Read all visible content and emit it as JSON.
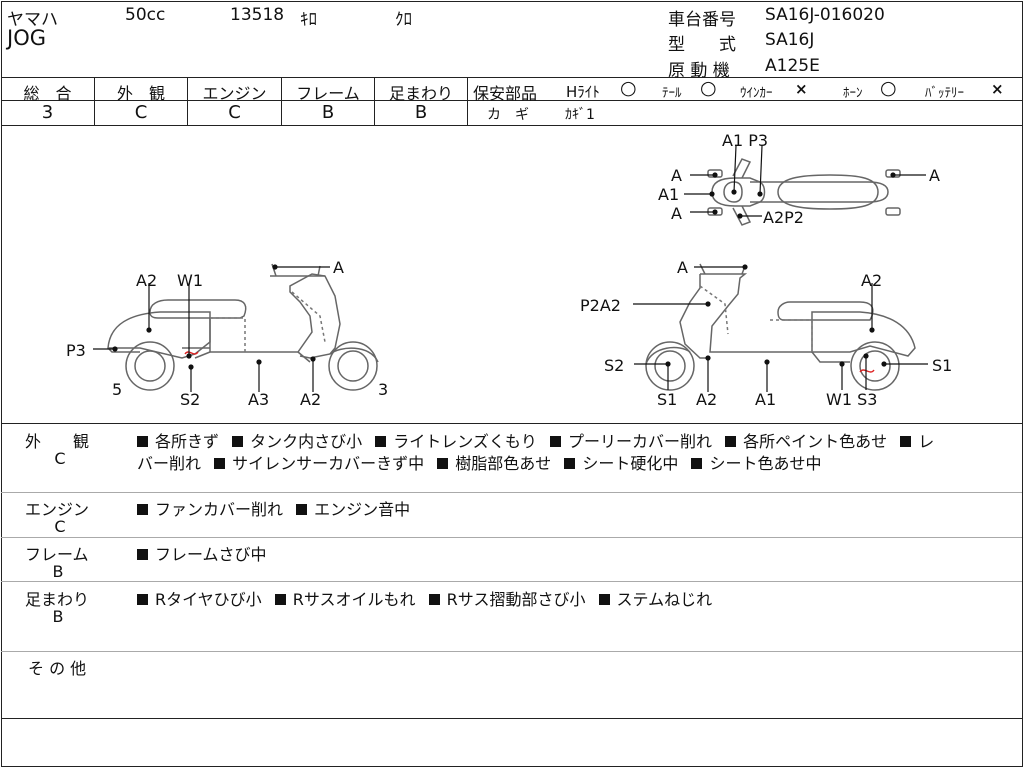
{
  "header": {
    "maker": "ヤマハ",
    "displacement": "50cc",
    "mileage": "13518",
    "mileage_unit": "ｷﾛ",
    "color": "ｸﾛ",
    "model": "JOG",
    "frame_no_label": "車台番号",
    "frame_no": "SA16J-016020",
    "type_label": "型　　式",
    "type": "SA16J",
    "engine_label": "原 動 機",
    "engine": "A125E"
  },
  "grades": {
    "overall_label": "総　合",
    "overall": "3",
    "exterior_label": "外　観",
    "exterior": "C",
    "engine_label": "エンジン",
    "engine": "C",
    "frame_label": "フレーム",
    "frame": "B",
    "suspension_label": "足まわり",
    "suspension": "B"
  },
  "safety": {
    "label": "保安部品",
    "headlight_label": "Hﾗｲﾄ",
    "headlight": "○",
    "tail_label": "ﾃｰﾙ",
    "tail": "○",
    "winker_label": "ｳｲﾝｶｰ",
    "winker": "×",
    "horn_label": "ﾎｰﾝ",
    "horn": "○",
    "battery_label": "ﾊﾞｯﾃﾘｰ",
    "battery": "×",
    "key_label": "カ　ギ",
    "key": "ｶｷﾞ1"
  },
  "diagram": {
    "top": [
      "A1 P3",
      "A",
      "A1",
      "A",
      "A2P2",
      "A"
    ],
    "left": [
      "A",
      "A2",
      "W1",
      "P3",
      "5",
      "S2",
      "A3",
      "A2",
      "3"
    ],
    "right": [
      "A",
      "A2",
      "P2A2",
      "S2",
      "S1",
      "A2",
      "A1",
      "W1 S3",
      "S1"
    ]
  },
  "notes": {
    "exterior_label": "外　　観",
    "exterior_grade": "C",
    "exterior_line1": [
      "各所きず",
      "タンク内さび小",
      "ライトレンズくもり",
      "プーリーカバー削れ",
      "各所ペイント色あせ"
    ],
    "exterior_wrap": "レ",
    "exterior_line2_first": "バー削れ",
    "exterior_line2": [
      "サイレンサーカバーきず中",
      "樹脂部色あせ",
      "シート硬化中",
      "シート色あせ中"
    ],
    "engine_label": "エンジン",
    "engine_grade": "C",
    "engine_items": [
      "ファンカバー削れ",
      "エンジン音中"
    ],
    "frame_label": "フレーム",
    "frame_grade": "B",
    "frame_items": [
      "フレームさび中"
    ],
    "susp_label": "足まわり",
    "susp_grade": "B",
    "susp_items": [
      "Rタイヤひび小",
      "Rサスオイルもれ",
      "Rサス摺動部さび小",
      "ステムねじれ"
    ],
    "other_label": "そ の 他"
  }
}
